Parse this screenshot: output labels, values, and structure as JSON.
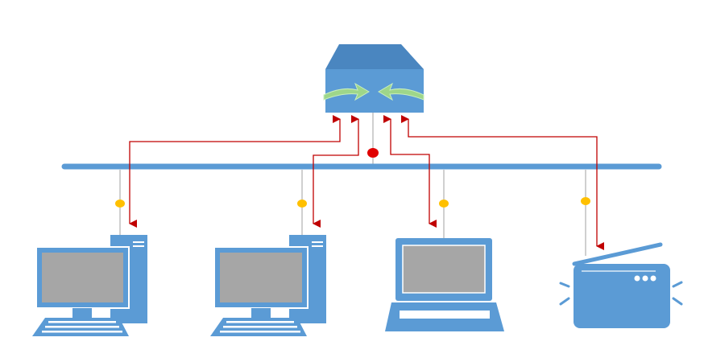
{
  "diagram": {
    "type": "bus-network-topology",
    "colors": {
      "device_fill": "#5b9bd5",
      "device_dark": "#4a86c0",
      "screen_fill": "#a6a6a6",
      "bus_line": "#5b9bd5",
      "signal_arrow": "#c00000",
      "bus_tap_node": "#ffc000",
      "collision_node": "#e00000",
      "switch_arrow": "#9ed68a",
      "drop_line": "#b0b0b0"
    },
    "icons": {
      "hub": "switch-icon",
      "bus": "bus-cable",
      "devices": [
        "desktop-computer-icon",
        "desktop-computer-icon",
        "laptop-icon",
        "printer-icon"
      ]
    },
    "nodes": [
      {
        "id": "hub",
        "label": ""
      },
      {
        "id": "desktop-1",
        "label": ""
      },
      {
        "id": "desktop-2",
        "label": ""
      },
      {
        "id": "laptop",
        "label": ""
      },
      {
        "id": "printer",
        "label": ""
      }
    ],
    "edges": [
      {
        "from": "hub",
        "to": "desktop-1",
        "kind": "signal"
      },
      {
        "from": "desktop-2",
        "to": "hub",
        "kind": "signal"
      },
      {
        "from": "hub",
        "to": "laptop",
        "kind": "signal"
      },
      {
        "from": "printer",
        "to": "hub",
        "kind": "signal"
      }
    ]
  }
}
